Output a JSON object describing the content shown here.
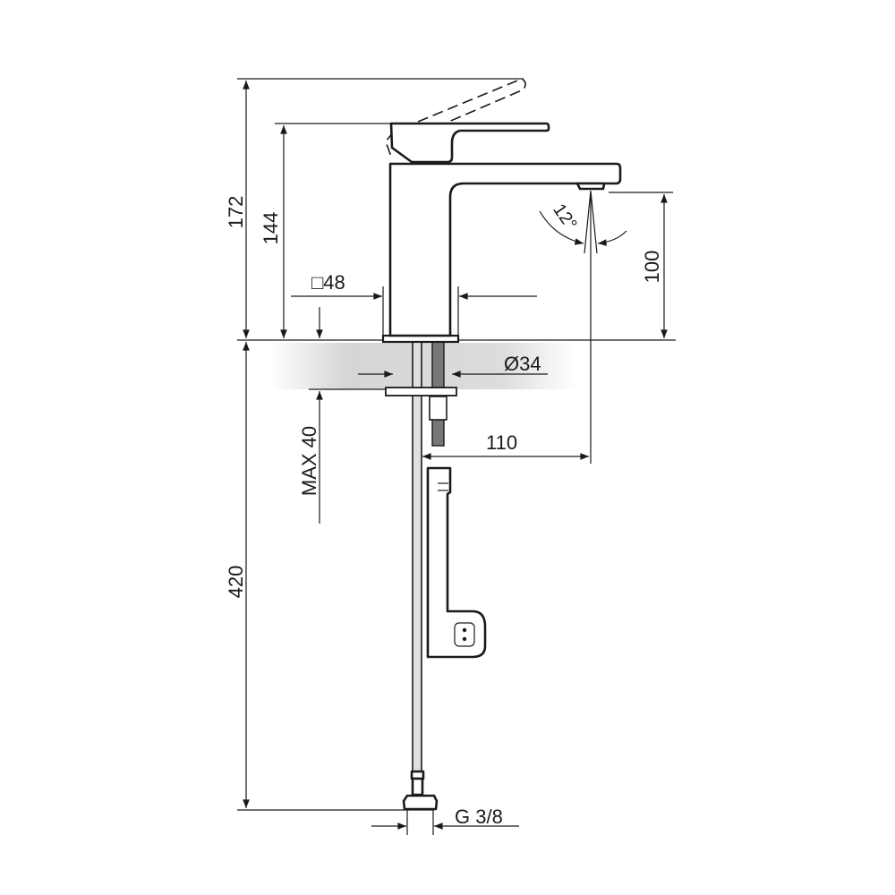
{
  "drawing": {
    "dimensions": {
      "total_height": "172",
      "body_height": "144",
      "spout_height": "100",
      "body_square": "□48",
      "hole_diameter": "Ø34",
      "spout_reach": "110",
      "max_thickness": "MAX 40",
      "hose_length": "420",
      "thread": "G 3/8",
      "spray_angle": "12°"
    },
    "colors": {
      "line": "#1a1a1a",
      "countertop": "#d9d9d9",
      "hose": "#e0e0e0"
    }
  }
}
